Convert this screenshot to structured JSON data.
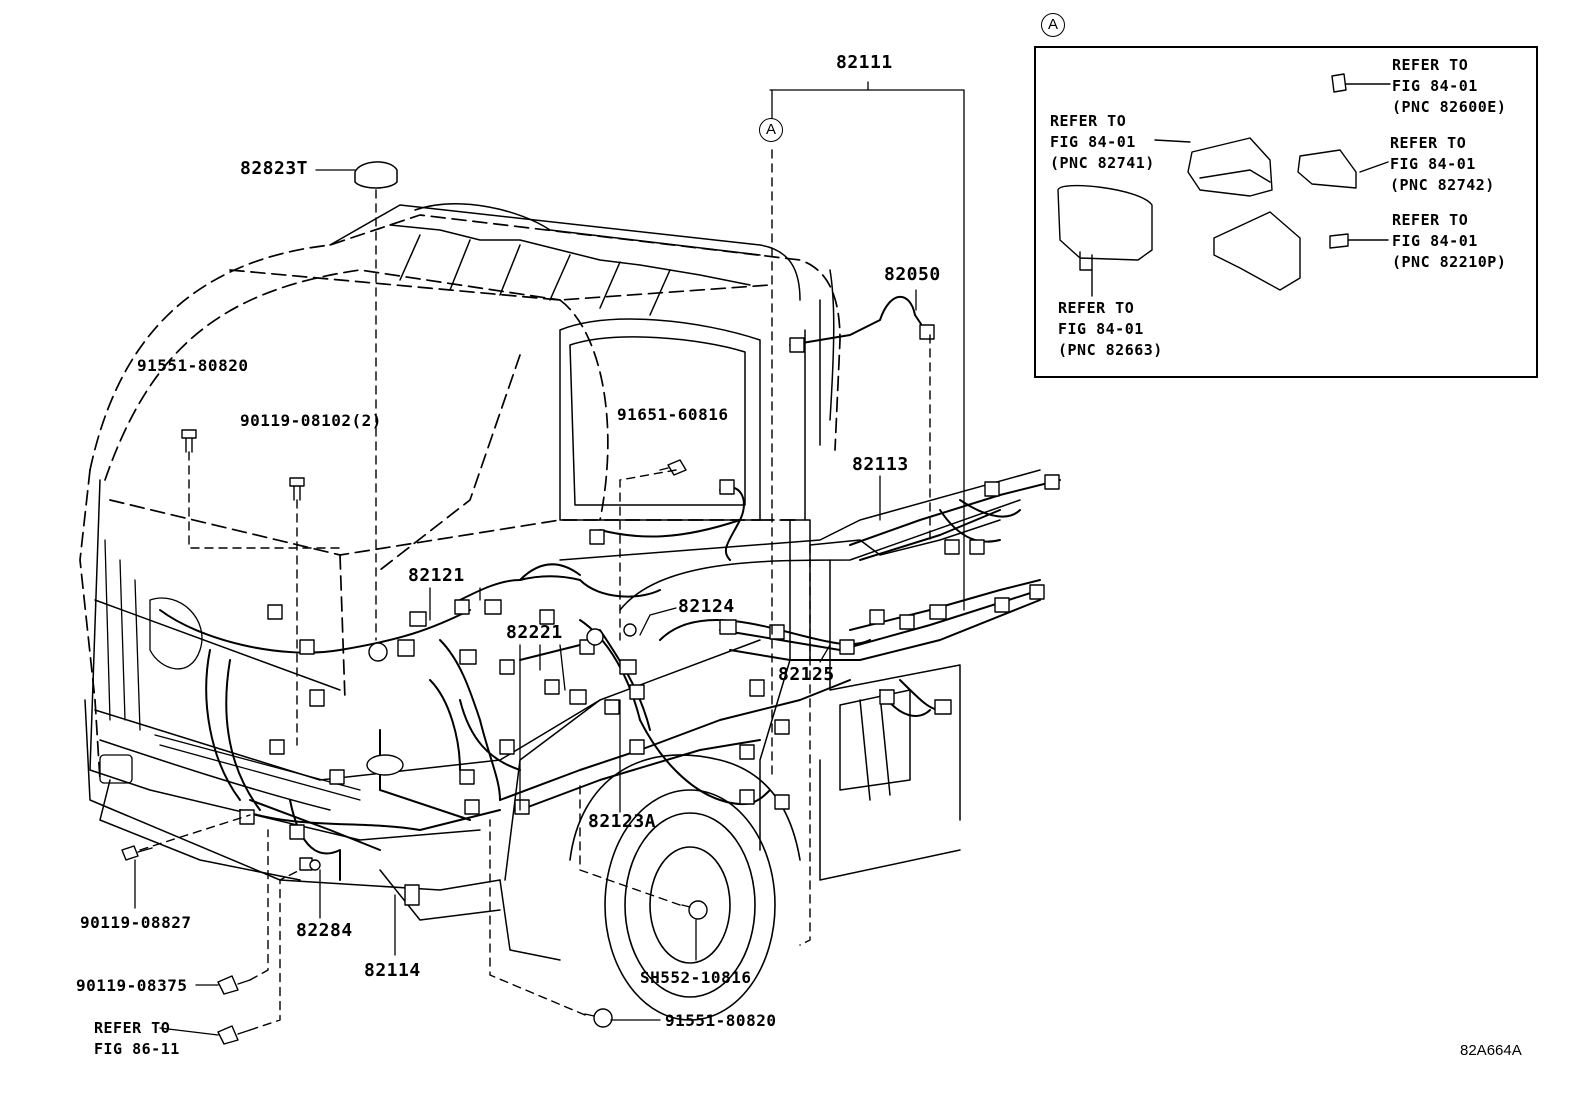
{
  "inset": {
    "marker": "A",
    "refs": [
      {
        "line1": "REFER TO",
        "line2": "FIG 84-01",
        "line3": "(PNC 82600E)"
      },
      {
        "line1": "REFER TO",
        "line2": "FIG 84-01",
        "line3": "(PNC 82741)"
      },
      {
        "line1": "REFER TO",
        "line2": "FIG 84-01",
        "line3": "(PNC 82742)"
      },
      {
        "line1": "REFER TO",
        "line2": "FIG 84-01",
        "line3": "(PNC 82210P)"
      },
      {
        "line1": "REFER TO",
        "line2": "FIG 84-01",
        "line3": "(PNC 82663)"
      }
    ]
  },
  "callout_marker": "A",
  "parts": {
    "p82111": "82111",
    "p82823T": "82823T",
    "p82050": "82050",
    "p91551_80820_top": "91551-80820",
    "p90119_08102": "90119-08102(2)",
    "p91651_60816": "91651-60816",
    "p82113": "82113",
    "p82121": "82121",
    "p82124": "82124",
    "p82221": "82221",
    "p82125": "82125",
    "p82123A": "82123A",
    "p90119_08827": "90119-08827",
    "p82284": "82284",
    "p82114": "82114",
    "pSH552_10816": "SH552-10816",
    "p90119_08375": "90119-08375",
    "p91551_80820_bottom": "91551-80820",
    "refer_fig86_line1": "REFER TO",
    "refer_fig86_line2": "FIG 86-11"
  },
  "figure_code": "82A664A"
}
